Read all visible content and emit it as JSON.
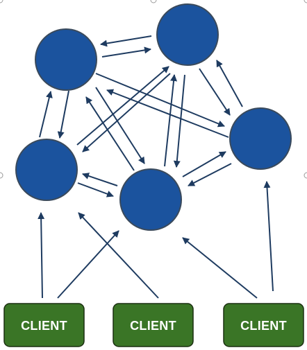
{
  "colors": {
    "node_fill": "#1b539e",
    "arrow": "#1e3b60",
    "client_fill": "#3a7526",
    "client_text": "#ffffff"
  },
  "nodes": [
    {
      "id": "node-top-left"
    },
    {
      "id": "node-top-right"
    },
    {
      "id": "node-right"
    },
    {
      "id": "node-center-bottom"
    },
    {
      "id": "node-left"
    }
  ],
  "clients": [
    {
      "id": "client-left",
      "label": "CLIENT"
    },
    {
      "id": "client-middle",
      "label": "CLIENT"
    },
    {
      "id": "client-right",
      "label": "CLIENT"
    }
  ]
}
